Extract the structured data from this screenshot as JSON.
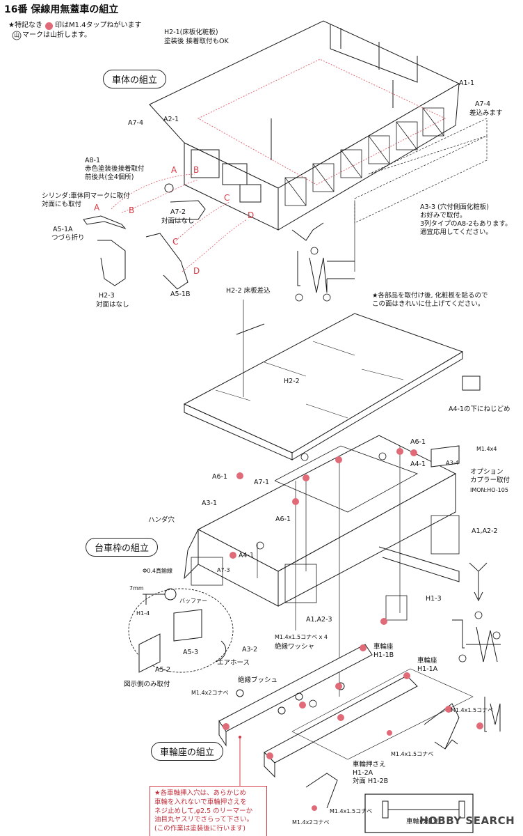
{
  "header": {
    "title": "16番 保線用無蓋車の組立",
    "note1": "★特記なき",
    "note1b": "印はM1.4タップねがいます",
    "note2_mark": "山",
    "note2": "マークは山折します。"
  },
  "sections": {
    "body": "車体の組立",
    "bogie": "台車枠の組立",
    "wheel": "車輪座の組立"
  },
  "labels": {
    "h2_1": "H2-1(床板化粧板)",
    "h2_1b": "塗装後 接着取付もOK",
    "a1_1": "A1-1",
    "a7_4_right": "A7-4",
    "a7_4_right_b": "差込みます",
    "a7_4_left": "A7-4",
    "a2_1": "A2-1",
    "a8_1": "A8-1",
    "a8_1b": "赤色塗装後接着取付",
    "a8_1c": "前後共(全4個所)",
    "cyl1": "シリンダ:車体同マークに取付",
    "cyl2": "対面にも取付",
    "a5_1a": "A5-1A",
    "a5_1a_b": "つづら折り",
    "a7_2": "A7-2",
    "a7_2b": "対面はなし",
    "h2_3": "H2-3",
    "h2_3b": "対面はなし",
    "a5_1b": "A5-1B",
    "a3_3": "A3-3 (穴付側面化粧板)",
    "a3_3b": "お好みで取付。",
    "a3_3c": "3列タイプのA8-2もあります。",
    "a3_3d": "適宜応用してください。",
    "h2_2_insert": "H2-2 床板差込",
    "star1": "★各部品を取付け後, 化粧板を貼るので",
    "star2": "この面はきれいに仕上げてください。",
    "h2_2": "H2-2",
    "a4_1_screw": "A4-1の下にねじどめ",
    "m14x4_a": "M1.4x4",
    "a3_4": "A3-4",
    "option1": "オプション",
    "option2": "カプラー取付",
    "imon": "IMON:HO-105",
    "a6_1_top": "A6-1",
    "a4_1_top": "A4-1",
    "a6_1_left": "A6-1",
    "a7_1": "A7-1",
    "a3_1": "A3-1",
    "handa": "ハンダ穴",
    "a6_1_mid": "A6-1",
    "a1a2_2": "A1,A2-2",
    "a4_1_mid": "A4-1",
    "wire": "Φ0.4真鍮線",
    "a7_3": "A7-3",
    "mm7": "7mm",
    "h1_4": "H1-4",
    "baffer": "バッファー",
    "h1_3": "H1-3",
    "a1a2_3": "A1,A2-3",
    "m14x15x4": "M1.4x1.5コナベ x 4",
    "a5_3": "A5-3",
    "a3_2": "A3-2",
    "washer": "絶縁ワッシャ",
    "wheelseat_b1": "車輪座",
    "wheelseat_b2": "H1-1B",
    "airhose": "エアホース",
    "a5_2": "A5-2",
    "zushi": "図示側のみ取付",
    "bush": "絶縁ブッシュ",
    "wheelseat_a1": "車輪座",
    "wheelseat_a2": "H1-1A",
    "m14x2_a": "M1.4x2コナベ",
    "m14x15_r": "M1.4x1.5コナベ",
    "m14x15_m": "M1.4x1.5コナベ",
    "press1": "車輪押さえ",
    "press2": "H1-2A",
    "press3": "対面  H1-2B",
    "m14x15_b": "M1.4x1.5コナベ",
    "m14x2_b": "M1.4x2コナベ",
    "axle": "車軸の組立",
    "letter_a": "A",
    "letter_b": "B",
    "letter_c": "C",
    "letter_d": "D"
  },
  "warning": {
    "l1": "★各車軸挿入穴は、あらかじめ",
    "l2": "車輪を入れないで車輪押さえを",
    "l3": "ネジ止めして,φ2.5 のリーマーか",
    "l4": "油目丸ヤスリでさらって下さい。",
    "l5": "(この作業は塗装後に行います)"
  },
  "watermark": "HOBBY SEARCH",
  "colors": {
    "red": "#d43a45",
    "ink": "#1a1a1a",
    "pink": "#e06a78"
  }
}
